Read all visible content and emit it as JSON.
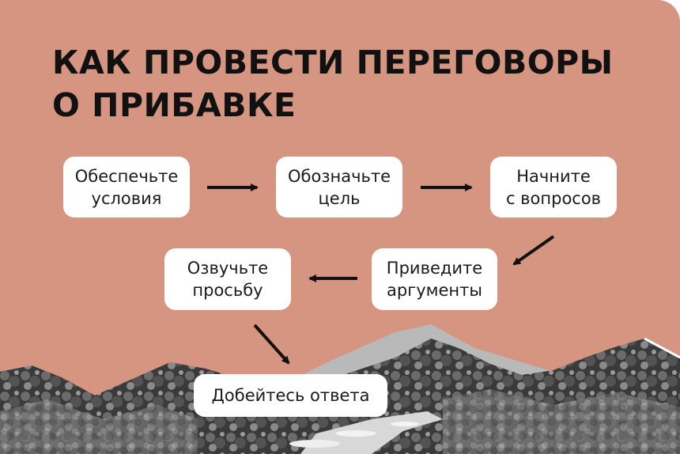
{
  "title": {
    "line1": "КАК ПРОВЕСТИ ПЕРЕГОВОРЫ",
    "line2": "О ПРИБАВКЕ"
  },
  "steps": [
    {
      "id": "step-1",
      "text": "Обеспечьте\nусловия"
    },
    {
      "id": "step-2",
      "text": "Обозначьте\nцель"
    },
    {
      "id": "step-3",
      "text": "Начните\nс вопросов"
    },
    {
      "id": "step-4",
      "text": "Приведите\nаргументы"
    },
    {
      "id": "step-5",
      "text": "Озвучьте\nпросьбу"
    },
    {
      "id": "step-6",
      "text": "Добейтесь ответа"
    }
  ],
  "colors": {
    "background": "#d69580",
    "box": "#ffffff",
    "text": "#1a1a1a",
    "arrow": "#111111"
  }
}
